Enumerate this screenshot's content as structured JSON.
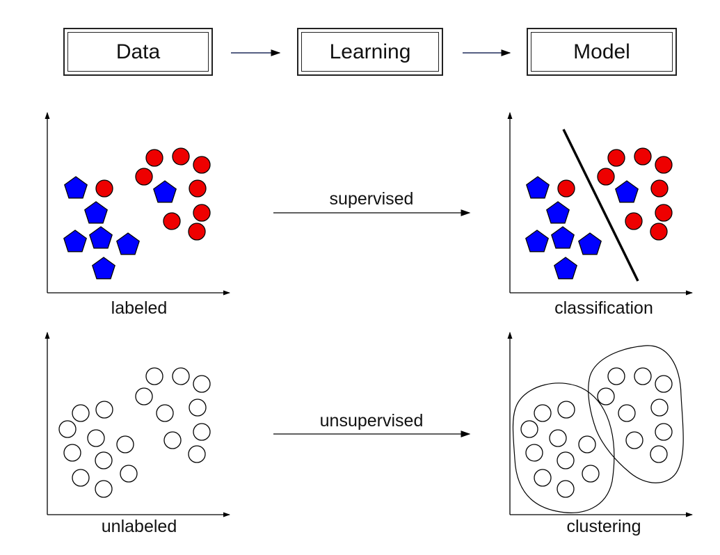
{
  "header": {
    "steps": [
      "Data",
      "Learning",
      "Model"
    ]
  },
  "rows": [
    {
      "input_caption": "labeled",
      "method_label": "supervised",
      "output_caption": "classification"
    },
    {
      "input_caption": "unlabeled",
      "method_label": "unsupervised",
      "output_caption": "clustering"
    }
  ],
  "colors": {
    "class_a": "#0000ff",
    "class_b": "#ee0000",
    "unlabeled_fill": "#ffffff",
    "stroke": "#000000",
    "header_arrow": "#1f2a5a"
  }
}
